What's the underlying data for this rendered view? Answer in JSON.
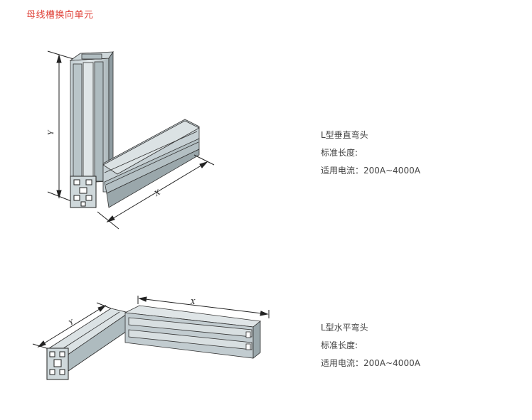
{
  "header": {
    "title": "母线槽换向单元"
  },
  "units": [
    {
      "name": "L型垂直弯头",
      "length_label": "标准长度:",
      "current_label": "适用电流：200A~4000A",
      "dim_labels": {
        "vertical": "Y",
        "horizontal": "X"
      }
    },
    {
      "name": "L型水平弯头",
      "length_label": "标准长度:",
      "current_label": "适用电流：200A~4000A",
      "dim_labels": {
        "left": "Y",
        "right": "X"
      }
    }
  ],
  "colors": {
    "title": "#e0433a",
    "bar_light": "#d3dcdf",
    "bar_mid": "#b7c3c7",
    "bar_dark": "#8f9ca1",
    "outline": "#222222"
  }
}
